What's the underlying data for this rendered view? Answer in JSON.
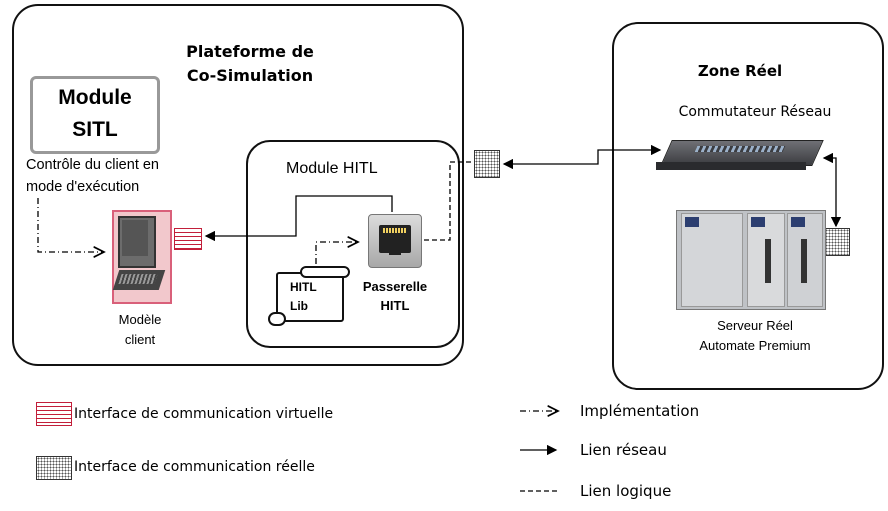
{
  "platform": {
    "title_line1": "Plateforme de",
    "title_line2": "Co-Simulation",
    "sitl": {
      "line1": "Module",
      "line2": "SITL"
    },
    "control_label_line1": "Contrôle du client en",
    "control_label_line2": "mode d'exécution",
    "hitl_module": "Module HITL",
    "hitl_lib_line1": "HITL",
    "hitl_lib_line2": "Lib",
    "gateway_line1": "Passerelle",
    "gateway_line2": "HITL",
    "client_line1": "Modèle",
    "client_line2": "client"
  },
  "real_zone": {
    "title": "Zone Réel",
    "switch_label": "Commutateur Réseau",
    "server_line1": "Serveur Réel",
    "server_line2": "Automate Premium"
  },
  "legend": {
    "virtual_iface": "Interface de communication virtuelle",
    "real_iface": "Interface de communication réelle",
    "implementation": "Implémentation",
    "network_link": "Lien réseau",
    "logical_link": "Lien logique"
  },
  "colors": {
    "virtual_iface": "#c21f3a",
    "client_highlight": "#e8a0a8",
    "sitl_border": "#999999"
  }
}
